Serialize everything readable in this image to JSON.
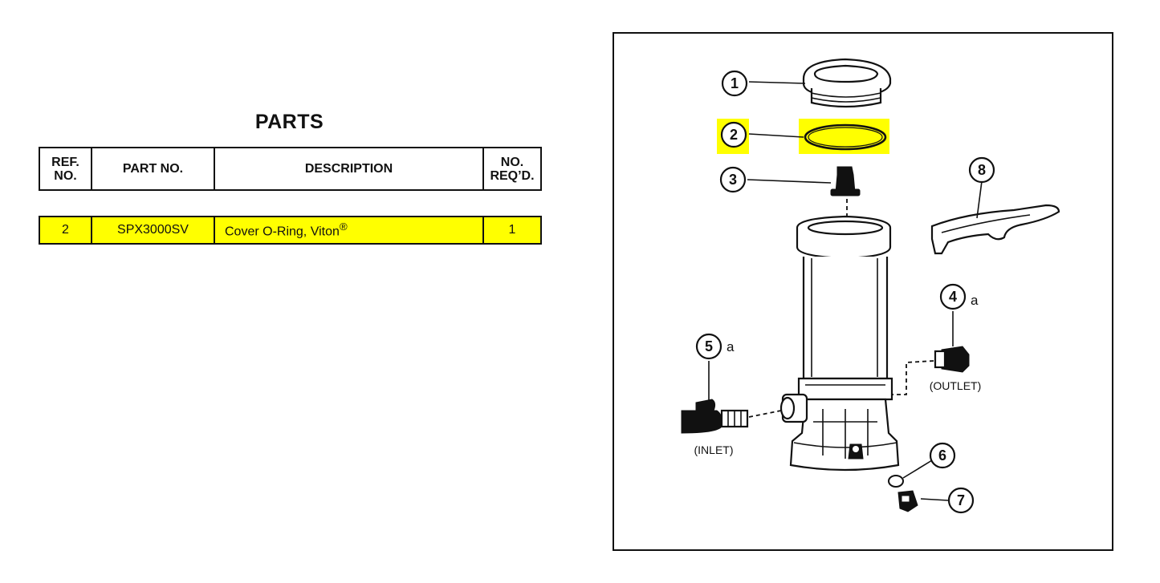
{
  "parts": {
    "title": "PARTS",
    "columns": {
      "ref_no": [
        "REF.",
        "NO."
      ],
      "part_no": "PART NO.",
      "description": "DESCRIPTION",
      "no_reqd": [
        "NO.",
        "REQ’D."
      ]
    },
    "rows": [
      {
        "ref": "2",
        "part_no": "SPX3000SV",
        "description": "Cover O-Ring, Viton",
        "mark": "®",
        "qty": "1"
      }
    ]
  },
  "diagram": {
    "callouts": [
      "1",
      "2",
      "3",
      "4",
      "5",
      "6",
      "7",
      "8"
    ],
    "suffix_a": "a",
    "labels": {
      "inlet": "(INLET)",
      "outlet": "(OUTLET)"
    }
  },
  "colors": {
    "highlight": "#ffff00",
    "ink": "#111111"
  }
}
